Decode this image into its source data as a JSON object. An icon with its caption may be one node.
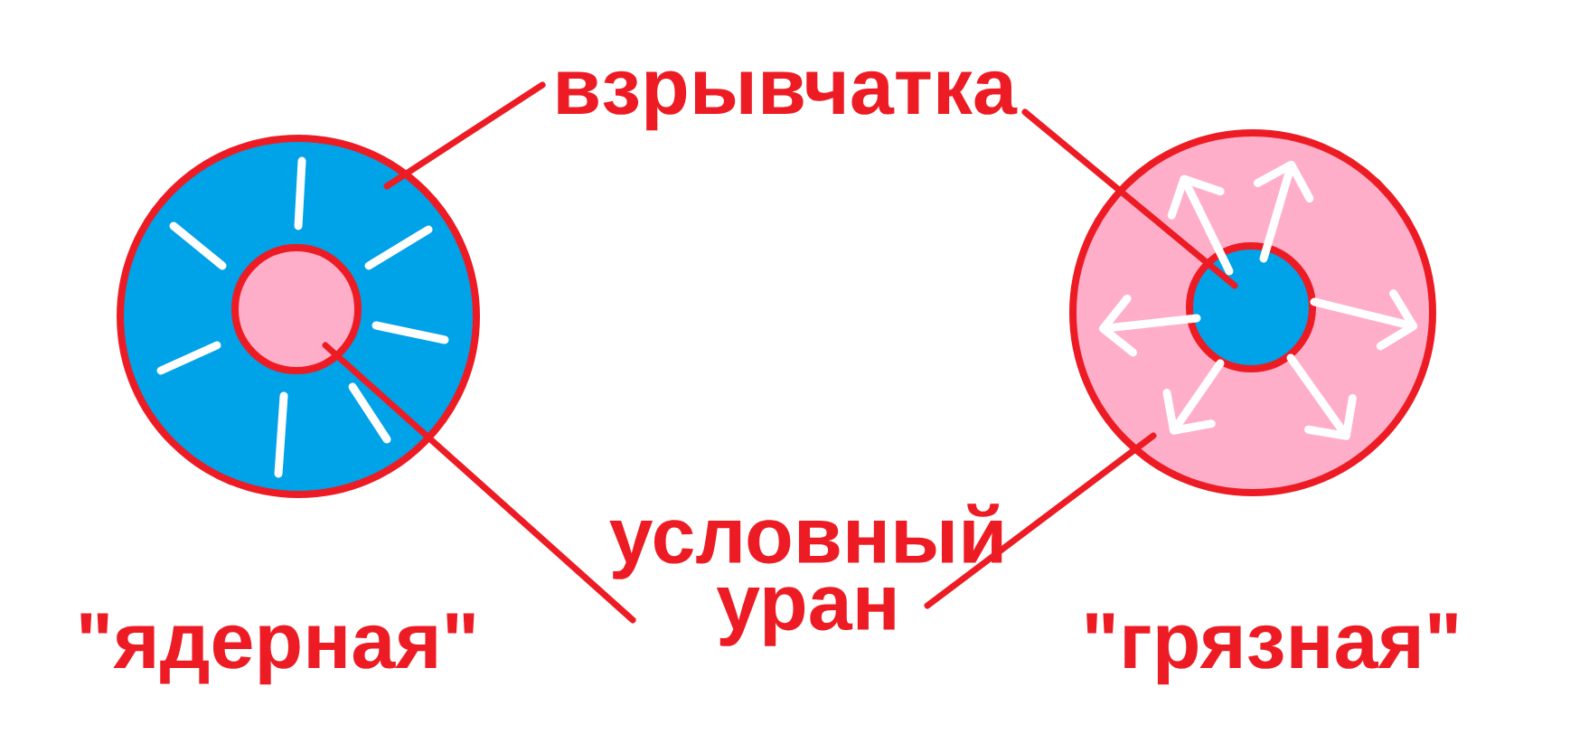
{
  "diagram": {
    "nodes": [
      {
        "text": [
          "взрывчатка"
        ]
      },
      {
        "text": [],
        "shape": "circle",
        "beside": [
          "\"ядерная\""
        ]
      },
      {
        "text": [],
        "shape": "circle",
        "in": 1
      },
      {
        "text": [],
        "shape": "circle",
        "beside": [
          "\"грязная\""
        ]
      },
      {
        "text": [],
        "shape": "circle",
        "in": 3
      },
      {
        "text": [
          "условный уран"
        ]
      }
    ],
    "edges": [
      {
        "from": 0,
        "to": 1,
        "arrow": "none"
      },
      {
        "from": 0,
        "to": 4,
        "arrow": "none"
      },
      {
        "from": 5,
        "to": 2,
        "arrow": "none"
      },
      {
        "from": 5,
        "to": 3,
        "arrow": "none"
      }
    ]
  }
}
